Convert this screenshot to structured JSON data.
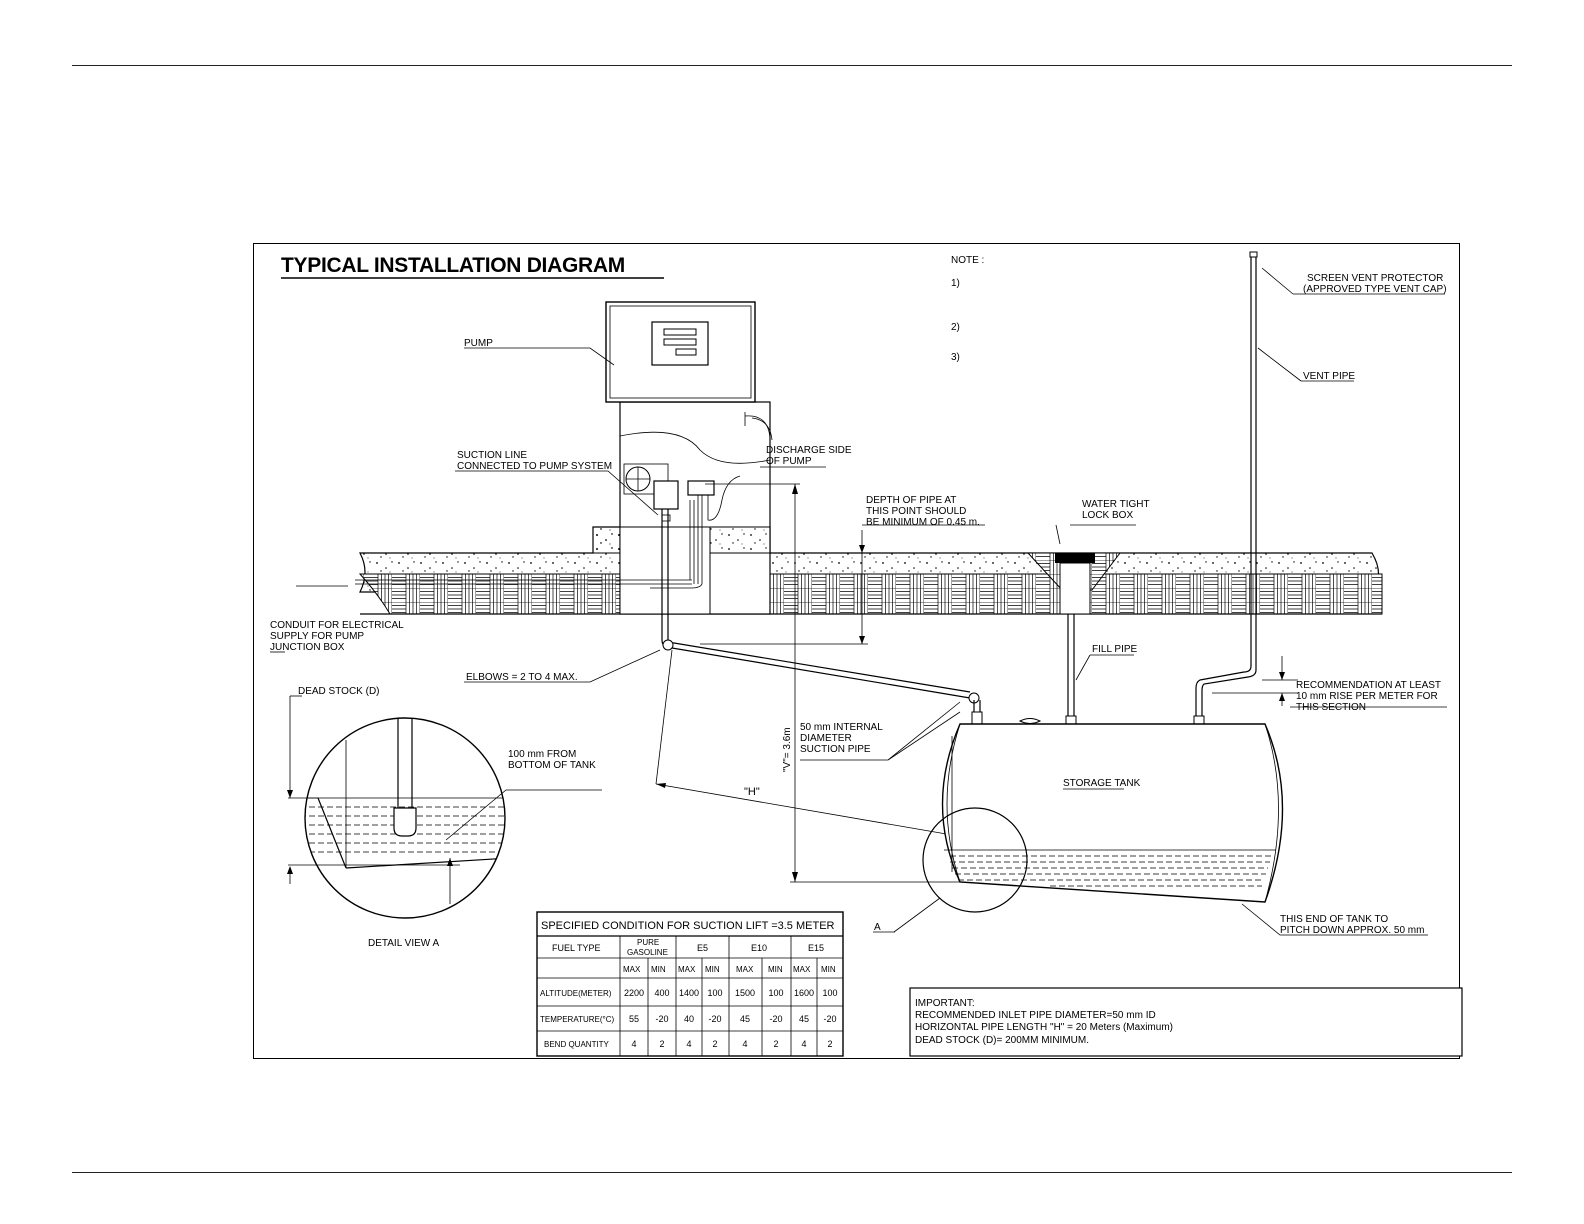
{
  "title": "TYPICAL INSTALLATION DIAGRAM",
  "notes": {
    "heading": "NOTE :",
    "items": [
      "1)",
      "2)",
      "3)"
    ]
  },
  "labels": {
    "pump": "PUMP",
    "discharge_1": "DISCHARGE SIDE",
    "discharge_2": "OF PUMP",
    "suction_line_1": "SUCTION LINE",
    "suction_line_2": "CONNECTED TO PUMP SYSTEM",
    "depth_1": "DEPTH OF PIPE AT",
    "depth_2": "THIS POINT SHOULD",
    "depth_3": "BE MINIMUM OF 0.45 m.",
    "lockbox_1": "WATER TIGHT",
    "lockbox_2": "LOCK BOX",
    "screen_vent_1": "SCREEN VENT PROTECTOR",
    "screen_vent_2": "(APPROVED TYPE VENT CAP)",
    "vent_pipe": "VENT PIPE",
    "conduit_1": "CONDUIT FOR ELECTRICAL",
    "conduit_2": "SUPPLY FOR PUMP",
    "conduit_3": "JUNCTION BOX",
    "elbows": "ELBOWS  = 2 TO 4 MAX.",
    "fill_pipe": "FILL PIPE",
    "rise_1": "RECOMMENDATION AT LEAST",
    "rise_2": "10 mm RISE PER METER FOR",
    "rise_3": "THIS SECTION",
    "dead_stock": "DEAD STOCK (D)",
    "from_bottom_1": "100 mm FROM",
    "from_bottom_2": "BOTTOM OF TANK",
    "suction_pipe_1": "50 mm INTERNAL",
    "suction_pipe_2": "DIAMETER",
    "suction_pipe_3": "SUCTION PIPE",
    "v_dim": "\"V\"= 3.6m",
    "h_dim": "\"H\"",
    "storage_tank": "STORAGE TANK",
    "detail_a": "A",
    "detail_view": "DETAIL VIEW A",
    "pitch_1": "THIS END OF TANK TO",
    "pitch_2": "PITCH DOWN APPROX. 50 mm"
  },
  "table": {
    "title": "SPECIFIED CONDITION FOR SUCTION LIFT =3.5 METER",
    "fuel_type": "FUEL TYPE",
    "fuel_1a": "PURE",
    "fuel_1b": "GASOLINE",
    "fuel_2": "E5",
    "fuel_3": "E10",
    "fuel_4": "E15",
    "max": "MAX",
    "min": "MIN",
    "rows": [
      {
        "label": "ALTITUDE(METER)",
        "values": [
          "2200",
          "400",
          "1400",
          "100",
          "1500",
          "100",
          "1600",
          "100"
        ]
      },
      {
        "label": "TEMPERATURE(°C)",
        "values": [
          "55",
          "-20",
          "40",
          "-20",
          "45",
          "-20",
          "45",
          "-20"
        ]
      },
      {
        "label": "BEND QUANTITY",
        "values": [
          "4",
          "2",
          "4",
          "2",
          "4",
          "2",
          "4",
          "2"
        ]
      }
    ]
  },
  "important": {
    "heading": "IMPORTANT:",
    "line1": "RECOMMENDED INLET PIPE DIAMETER=50 mm ID",
    "line2": "HORIZONTAL PIPE LENGTH \"H\" = 20 Meters (Maximum)",
    "line3": "DEAD STOCK (D)= 200MM MINIMUM."
  }
}
